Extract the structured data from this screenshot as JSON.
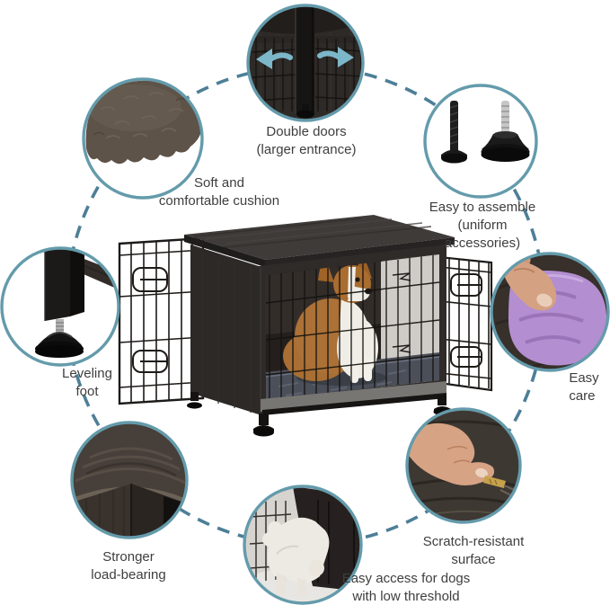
{
  "infographic": {
    "features": [
      {
        "id": "double-doors",
        "label": "Double doors\n(larger entrance)"
      },
      {
        "id": "easy-assemble",
        "label": "Easy to assemble\n(uniform accessories)"
      },
      {
        "id": "easy-care",
        "label": "Easy care"
      },
      {
        "id": "scratch-resistant",
        "label": "Scratch-resistant\nsurface"
      },
      {
        "id": "easy-access",
        "label": "Easy access for dogs\nwith low threshold"
      },
      {
        "id": "load-bearing",
        "label": "Stronger\nload-bearing"
      },
      {
        "id": "leveling-foot",
        "label": "Leveling\nfoot"
      },
      {
        "id": "soft-cushion",
        "label": "Soft and\ncomfortable cushion"
      }
    ],
    "colors": {
      "accent_ring": "#649bab",
      "accent_dash": "#4d7f97",
      "label_text": "#3e3e3e"
    }
  }
}
